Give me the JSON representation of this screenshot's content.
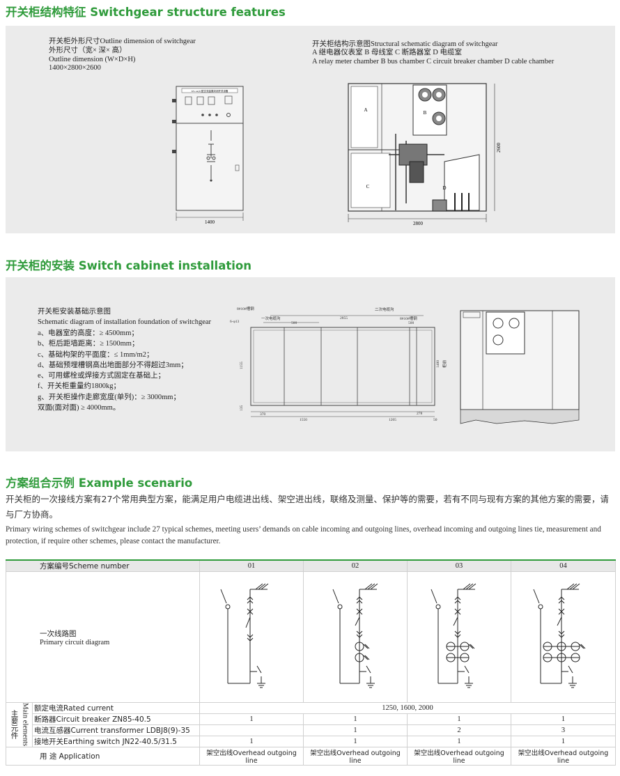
{
  "sections": {
    "structure_title": "开关柜结构特征 Switchgear structure features",
    "install_title": "开关柜的安装 Switch cabinet installation",
    "example_title": "方案组合示例 Example scenario"
  },
  "outline": {
    "line1": "开关柜外形尺寸Outline dimension of switchgear",
    "line2": "外形尺寸（宽× 深× 高）",
    "line3": "Outline dimension (W×D×H)",
    "line4": "1400×2800×2600",
    "width_label": "1400",
    "panel_label": "XY-1A(T)型交流金属封闭开关设备"
  },
  "structural": {
    "line1": "开关柜结构示意图Structural schematic diagram of switchgear",
    "line2": "A 继电器仪表室  B 母线室  C 断路器室  D 电缆室",
    "line3": "A relay meter chamber B bus chamber C circuit breaker chamber D cable chamber",
    "label_a": "A",
    "label_b": "B",
    "label_c": "C",
    "label_d": "D",
    "depth_label": "2800",
    "height_label": "2600"
  },
  "installation": {
    "title_cn": "开关柜安装基础示意图",
    "title_en": "Schematic diagram of installation foundation of switchgear",
    "items": [
      "a、电器室的高度：≥ 4500mm；",
      "b、柜后距墙距离：≥ 1500mm；",
      "c、基础构架的平面度：≤ 1mm/m2；",
      "d、基础预埋槽钢高出地面部分不得超过3mm；",
      "e、可用螺栓或焊接方式固定在基础上；",
      "f、开关柜重量约1800kg；",
      "g、开关柜操作走廊宽度(单列)：≥ 3000mm；",
      "双面(面对面) ≥ 4000mm。"
    ],
    "drawing": {
      "channel1": "8#10#槽钢",
      "channel2": "8#10#槽钢",
      "duct1": "一次电缆沟",
      "duct2": "二次电缆沟",
      "bolt": "6-φ13",
      "d500a": "500",
      "d2855": "2855",
      "d500b": "500",
      "d1155": "1155",
      "d135": "135",
      "d1400": "1400",
      "front": "柜前",
      "d370": "370",
      "d1550": "1550",
      "d1205": "1205",
      "d278": "278",
      "d50": "50"
    }
  },
  "example": {
    "para_cn": "开关柜的一次接线方案有27个常用典型方案，能满足用户电缆进出线、架空进出线，联络及测量、保护等的需要，若有不同与现有方案的其他方案的需要，请与厂方协商。",
    "para_en": "Primary wiring schemes of switchgear include 27 typical schemes, meeting users’ demands on cable incoming and outgoing lines, overhead incoming and outgoing lines tie, measurement and protection, if require other schemes, please contact the manufacturer."
  },
  "table": {
    "scheme_label": "方案编号Scheme number",
    "schemes": [
      "01",
      "02",
      "03",
      "04"
    ],
    "diagram_label_cn": "一次线路图",
    "diagram_label_en": "Primary circuit diagram",
    "main_cn": "主要元件",
    "main_en": "Main elements",
    "rated_label": "额定电流Rated current",
    "rated_value": "1250,  1600,  2000",
    "breaker_label": "断路器Circuit breaker ZN85-40.5",
    "breaker_values": [
      "1",
      "1",
      "1",
      "1"
    ],
    "ct_label": "电流互感器Current transformer LDBJ8(9)-35",
    "ct_values": [
      "",
      "1",
      "2",
      "3"
    ],
    "earth_label": "接地开关Earthing switch JN22-40.5/31.5",
    "earth_values": [
      "1",
      "1",
      "1",
      "1"
    ],
    "app_label": "用 途 Application",
    "app_values": [
      "架空出线Overhead outgoing line",
      "架空出线Overhead outgoing line",
      "架空出线Overhead outgoing line",
      "架空出线Overhead outgoing line"
    ]
  },
  "colors": {
    "accent": "#2f9b3b",
    "panel": "#ebebeb"
  }
}
